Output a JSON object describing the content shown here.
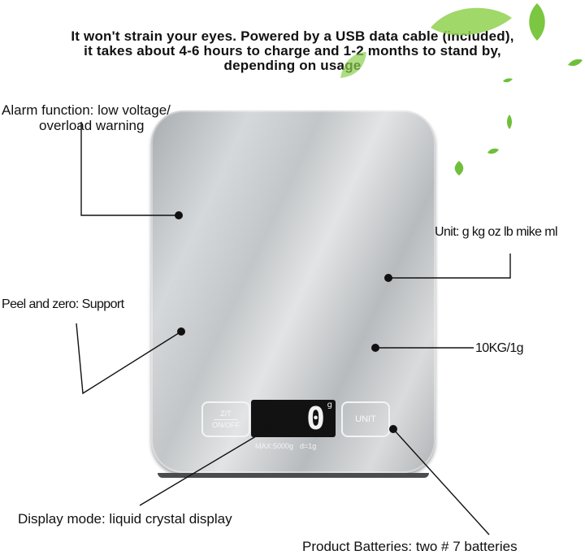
{
  "headline": {
    "line1": "It won't strain your eyes. Powered by a USB data cable (included),",
    "line2": "it takes about 4-6 hours to charge and 1-2 months to stand by,",
    "line3": "depending on usage"
  },
  "callouts": {
    "alarm_line1": "Alarm function: low voltage/",
    "alarm_line2": "overload warning",
    "units": "Unit: g kg oz lb mike ml",
    "peel": "Peel and zero: Support",
    "capacity": "10KG/1g",
    "display": "Display mode: liquid crystal display",
    "batteries": "Product Batteries: two # 7 batteries"
  },
  "scale": {
    "zt_top": "Z/T",
    "zt_bottom": "ON/OFF",
    "unit_button": "UNIT",
    "reading": "0",
    "reading_unit": "g",
    "max_label": "MAX:5000g",
    "division_label": "d=1g"
  },
  "colors": {
    "leaf": "#6fbf3a",
    "leader": "#111111",
    "panel": "#c9ccce"
  }
}
